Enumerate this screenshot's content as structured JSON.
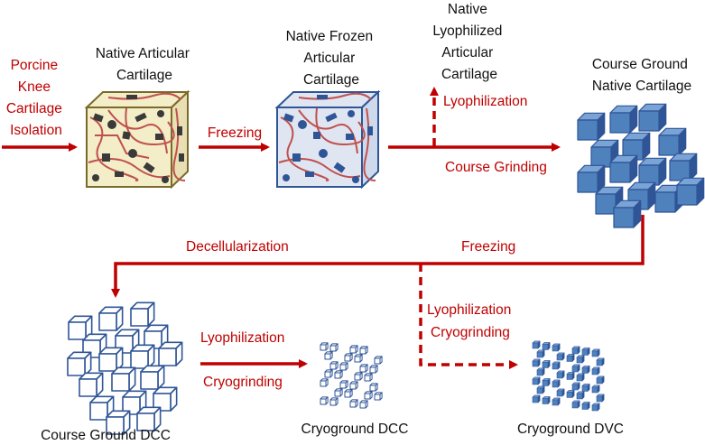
{
  "labels": {
    "source": [
      "Porcine",
      "Knee",
      "Cartilage",
      "Isolation"
    ],
    "native_articular": [
      "Native Articular",
      "Cartilage"
    ],
    "freezing_top": "Freezing",
    "native_frozen": [
      "Native Frozen",
      "Articular",
      "Cartilage"
    ],
    "native_lyophilized": [
      "Native",
      "Lyophilized",
      "Articular",
      "Cartilage"
    ],
    "lyophilization_top": "Lyophilization",
    "course_grinding": "Course Grinding",
    "course_ground_native": [
      "Course Ground",
      "Native Cartilage"
    ],
    "decellularization": "Decellularization",
    "freezing_mid": "Freezing",
    "lyophilization_mid": "Lyophilization",
    "cryogrinding_mid": "Cryogrinding",
    "lyophilization_dvc": "Lyophilization",
    "cryogrinding_dvc": "Cryogrinding",
    "course_ground_dcc": "Course Ground DCC",
    "cryoground_dcc": "Cryoground DCC",
    "cryoground_dvc": "Cryoground DVC"
  },
  "colors": {
    "arrow": "#c00000",
    "label_red": "#c00000",
    "text_black": "#111111",
    "native_face": "#f3edc8",
    "native_edge": "#7a6a2a",
    "frozen_face": "#dfe6f2",
    "frozen_edge": "#2f5597",
    "fiber": "#c0504d",
    "dark_chunk": "#3a3a3a",
    "blue_cube": "#4f81bd",
    "blue_cube_dark": "#2f5597",
    "dcc_edge": "#2f5597",
    "dvc_dot": "#4f81bd"
  }
}
